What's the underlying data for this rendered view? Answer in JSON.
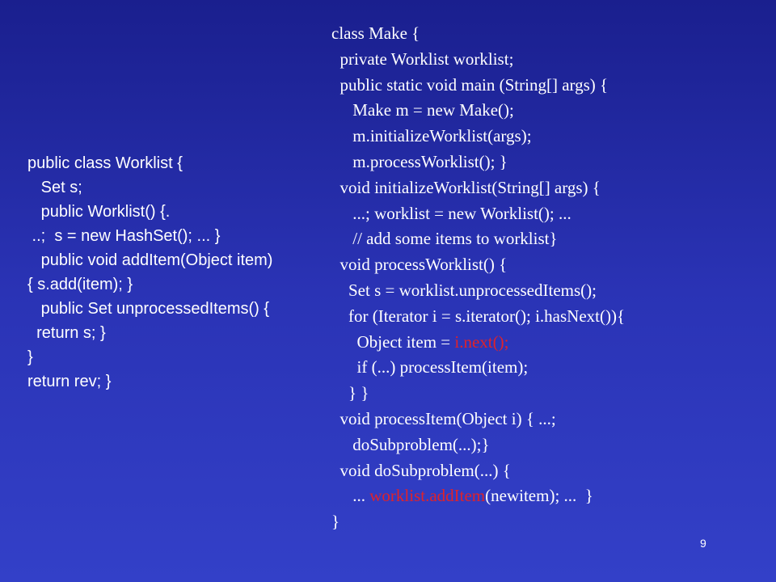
{
  "left_code": [
    "public class Worklist {",
    "   Set s;",
    "   public Worklist() {.",
    " ..;  s = new HashSet(); ... }",
    "   public void addItem(Object item)",
    "{ s.add(item); }",
    "   public Set unprocessedItems() {",
    "  return s; }",
    "}",
    "return rev; }"
  ],
  "right_code": [
    [
      {
        "t": "class Make {"
      }
    ],
    [
      {
        "t": "  private Worklist worklist;"
      }
    ],
    [
      {
        "t": "  public static void main (String[] args) {"
      }
    ],
    [
      {
        "t": "     Make m = new Make();"
      }
    ],
    [
      {
        "t": "     m.initializeWorklist(args);"
      }
    ],
    [
      {
        "t": "     m.processWorklist(); }"
      }
    ],
    [
      {
        "t": "  void initializeWorklist(String[] args) {"
      }
    ],
    [
      {
        "t": "     ...; worklist = new Worklist(); ..."
      }
    ],
    [
      {
        "t": "     // add some items to worklist}"
      }
    ],
    [
      {
        "t": "  void processWorklist() {"
      }
    ],
    [
      {
        "t": "    Set s = worklist.unprocessedItems();"
      }
    ],
    [
      {
        "t": "    for (Iterator i = s.iterator(); i.hasNext()){"
      }
    ],
    [
      {
        "t": "      Object item = "
      },
      {
        "t": "i.next();",
        "red": true
      }
    ],
    [
      {
        "t": "      if (...) processItem(item);"
      }
    ],
    [
      {
        "t": "    } }"
      }
    ],
    [
      {
        "t": "  void processItem(Object i) { ...;"
      }
    ],
    [
      {
        "t": "     doSubproblem(...);}"
      }
    ],
    [
      {
        "t": "  void doSubproblem(...) {"
      }
    ],
    [
      {
        "t": "     ... "
      },
      {
        "t": "worklist.addItem",
        "red": true
      },
      {
        "t": "(newitem); ...  }"
      }
    ],
    [
      {
        "t": "}"
      }
    ]
  ],
  "page_number": "9",
  "colors": {
    "background_top": "#1a1f8e",
    "background_bottom": "#3340c8",
    "text": "#ffffff",
    "highlight": "#e0222a"
  }
}
